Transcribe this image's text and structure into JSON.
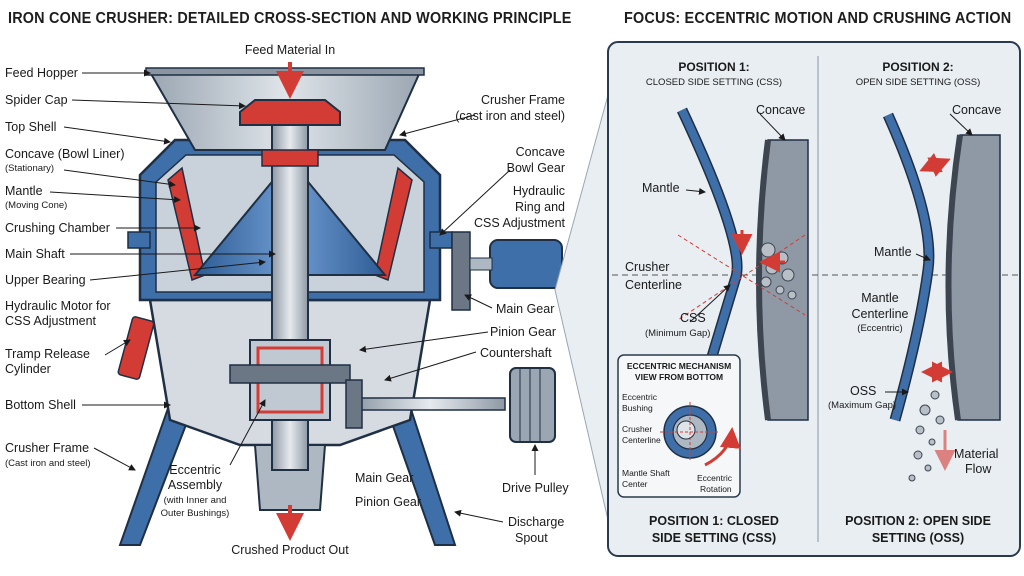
{
  "titles": {
    "left": "IRON CONE CRUSHER: DETAILED CROSS-SECTION AND WORKING PRINCIPLE",
    "right": "FOCUS: ECCENTRIC MOTION AND CRUSHING ACTION"
  },
  "left_labels": {
    "feed_material_in": "Feed Material In",
    "feed_hopper": "Feed Hopper",
    "spider_cap": "Spider Cap",
    "top_shell": "Top Shell",
    "concave_bowl_liner": "Concave (Bowl Liner)",
    "stationary": "(Stationary)",
    "mantle": "Mantle",
    "moving_cone": "(Moving Cone)",
    "crushing_chamber": "Crushing Chamber",
    "main_shaft": "Main Shaft",
    "upper_bearing": "Upper Bearing",
    "hydraulic_motor_1": "Hydraulic Motor for",
    "hydraulic_motor_2": "CSS Adjustment",
    "tramp_release_1": "Tramp Release",
    "tramp_release_2": "Cylinder",
    "bottom_shell": "Bottom Shell",
    "crusher_frame": "Crusher Frame",
    "crusher_frame_sub": "(Cast iron and steel)",
    "eccentric_1": "Eccentric",
    "eccentric_2": "Assembly",
    "eccentric_3": "(with Inner and",
    "eccentric_4": "Outer Bushings)",
    "crushed_product_out": "Crushed Product Out"
  },
  "right_labels": {
    "crusher_frame": "Crusher Frame",
    "crusher_frame_sub": "(cast iron and steel)",
    "concave_bowl_gear_1": "Concave",
    "concave_bowl_gear_2": "Bowl Gear",
    "hydraulic_ring_1": "Hydraulic",
    "hydraulic_ring_2": "Ring and",
    "hydraulic_ring_3": "CSS Adjustment",
    "main_gear": "Main Gear",
    "pinion_gear": "Pinion Gear",
    "countershaft": "Countershaft",
    "main_gear_bottom": "Main Gear",
    "pinion_gear_bottom": "Pinion Gear",
    "drive_pulley": "Drive Pulley",
    "discharge_1": "Discharge",
    "discharge_2": "Spout"
  },
  "panel": {
    "pos1_title": "POSITION 1:",
    "pos1_sub": "CLOSED SIDE SETTING (CSS)",
    "pos2_title": "POSITION 2:",
    "pos2_sub": "OPEN SIDE SETTING (OSS)",
    "concave_1": "Concave",
    "concave_2": "Concave",
    "mantle_1": "Mantle",
    "mantle_2": "Mantle",
    "crusher_centerline_1": "Crusher",
    "crusher_centerline_2": "Centerline",
    "css": "CSS",
    "css_sub": "(Minimum Gap)",
    "mantle_centerline_1": "Mantle",
    "mantle_centerline_2": "Centerline",
    "mantle_centerline_sub": "(Eccentric)",
    "oss": "OSS",
    "oss_sub": "(Maximum Gap)",
    "material_flow_1": "Material",
    "material_flow_2": "Flow",
    "inset_title_1": "ECCENTRIC MECHANISM",
    "inset_title_2": "VIEW FROM BOTTOM",
    "ecc_bushing_1": "Eccentric",
    "ecc_bushing_2": "Bushing",
    "inset_cl_1": "Crusher",
    "inset_cl_2": "Centerline",
    "inset_msc_1": "Mantle Shaft",
    "inset_msc_2": "Center",
    "ecc_rot_1": "Eccentric",
    "ecc_rot_2": "Rotation",
    "footer1_1": "POSITION 1: CLOSED",
    "footer1_2": "SIDE SETTING (CSS)",
    "footer2_1": "POSITION 2: OPEN SIDE",
    "footer2_2": "SETTING (OSS)"
  },
  "colors": {
    "steel_blue": "#3f6fa8",
    "dark_outline": "#1f2f44",
    "light_steel": "#b9c4cf",
    "liner_red": "#d33c35",
    "panel_bg": "#e9eef3"
  }
}
